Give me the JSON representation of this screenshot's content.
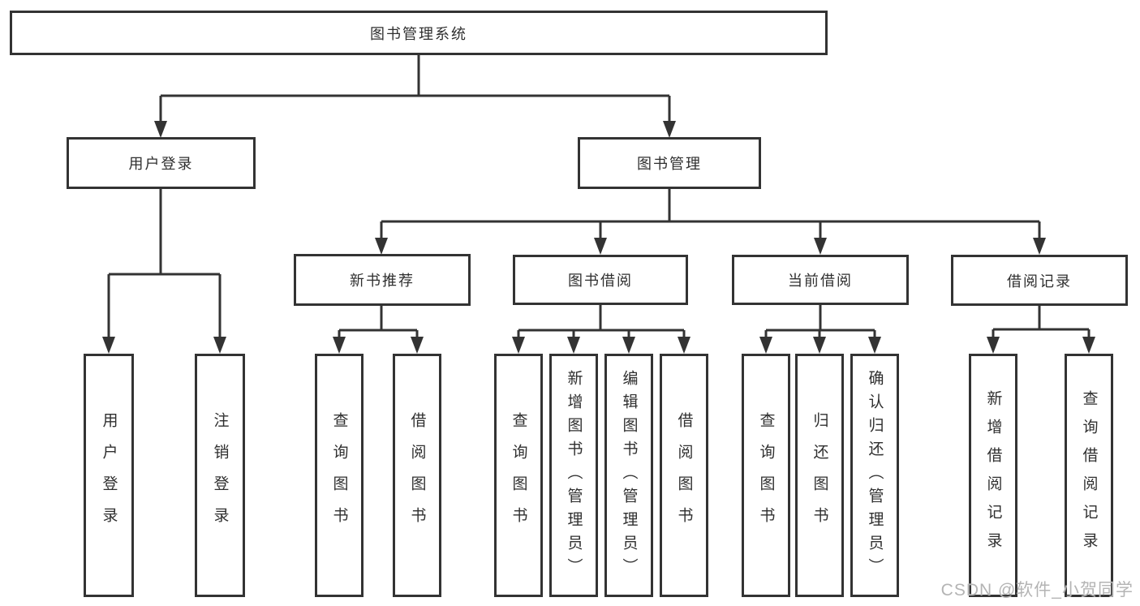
{
  "title": "图书管理系统",
  "colors": {
    "line": "#333333",
    "box_border": "#333333",
    "text": "#2f2f2f",
    "watermark": "#b4b4b4",
    "background": "#ffffff"
  },
  "watermark": {
    "text": "CSDN @软件_小贺同学"
  },
  "tree": {
    "root": {
      "label": "图书管理系统"
    },
    "branches": [
      {
        "label": "用户登录",
        "children": [
          {
            "label": "用户登录"
          },
          {
            "label": "注销登录"
          }
        ]
      },
      {
        "label": "图书管理",
        "children": [
          {
            "label": "新书推荐",
            "children": [
              {
                "label": "查询图书"
              },
              {
                "label": "借阅图书"
              }
            ]
          },
          {
            "label": "图书借阅",
            "children": [
              {
                "label": "查询图书"
              },
              {
                "label": "新增图书（管理员）"
              },
              {
                "label": "编辑图书（管理员）"
              },
              {
                "label": "借阅图书"
              }
            ]
          },
          {
            "label": "当前借阅",
            "children": [
              {
                "label": "查询图书"
              },
              {
                "label": "归还图书"
              },
              {
                "label": "确认归还（管理员）"
              }
            ]
          },
          {
            "label": "借阅记录",
            "children": [
              {
                "label": "新增借阅记录"
              },
              {
                "label": "查询借阅记录"
              }
            ]
          }
        ]
      }
    ]
  }
}
